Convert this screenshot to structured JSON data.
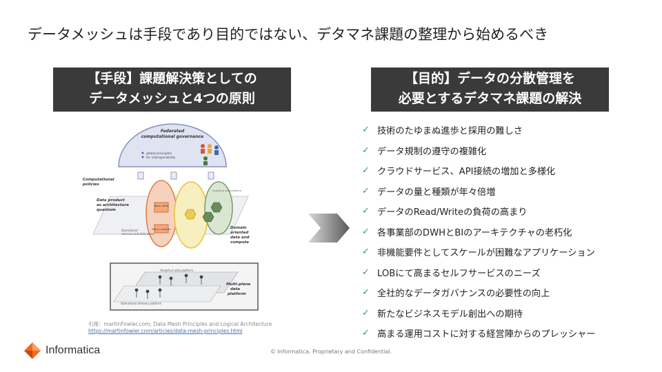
{
  "slide": {
    "title": "データメッシュは手段であり目的ではない、デタマネ課題の整理から始めるべき"
  },
  "left_banner": {
    "line1": "【手段】課題解決策としての",
    "line2": "データメッシュと4つの原則"
  },
  "right_banner": {
    "line1": "【目的】データの分散管理を",
    "line2": "必要とするデタマネ課題の解決"
  },
  "diagram": {
    "governance_label_1": "Federated",
    "governance_label_2": "computational governance",
    "governance_note_1": "global principles",
    "governance_note_2": "for interoperability",
    "policies_label_1": "Computational",
    "policies_label_2": "policies",
    "product_label_1": "Data product",
    "product_label_2": "as architecture",
    "product_label_3": "quantum",
    "data_read": "Data / Write",
    "policy_box": "Policy / compute",
    "operational_label_1": "Operational",
    "operational_label_2": "services and data plane",
    "analytical_label": "Analytical data platform",
    "domain_label_1": "Domain",
    "domain_label_2": "oriented",
    "domain_label_3": "data and",
    "domain_label_4": "compute",
    "platform_label_1": "Multi-plane",
    "platform_label_2": "data",
    "platform_label_3": "platform",
    "analytical_platform": "Analytical data platform",
    "operational_delivery": "Operational delivery platform"
  },
  "citation": {
    "text": "引用：martinFowler.com; Data Mesh Principles and Logical Architecture",
    "url": "https://martinfowler.com/articles/data-mesh-principles.html"
  },
  "check_glyph": "✓",
  "issues": [
    "技術のたゆまぬ進歩と採用の難しさ",
    "データ規制の遵守の複雑化",
    "クラウドサービス、API接続の増加と多様化",
    "データの量と種類が年々倍増",
    "データのRead/Writeの負荷の高まり",
    "各事業部のDWHとBIのアーキテクチャの老朽化",
    "非機能要件としてスケールが困難なアプリケーション",
    "LOBにて高まるセルフサービスのニーズ",
    "全社的なデータガバナンスの必要性の向上",
    "新たなビジネスモデル創出への期待",
    "高まる運用コストに対する経営陣からのプレッシャー"
  ],
  "footer": {
    "copyright": "© Informatica. Proprietary and Confidential.",
    "logo_text": "Informatica"
  },
  "colors": {
    "banner_bg": "#3a3a3a",
    "check": "#2f8fa0",
    "logo_orange": "#f26b21"
  }
}
